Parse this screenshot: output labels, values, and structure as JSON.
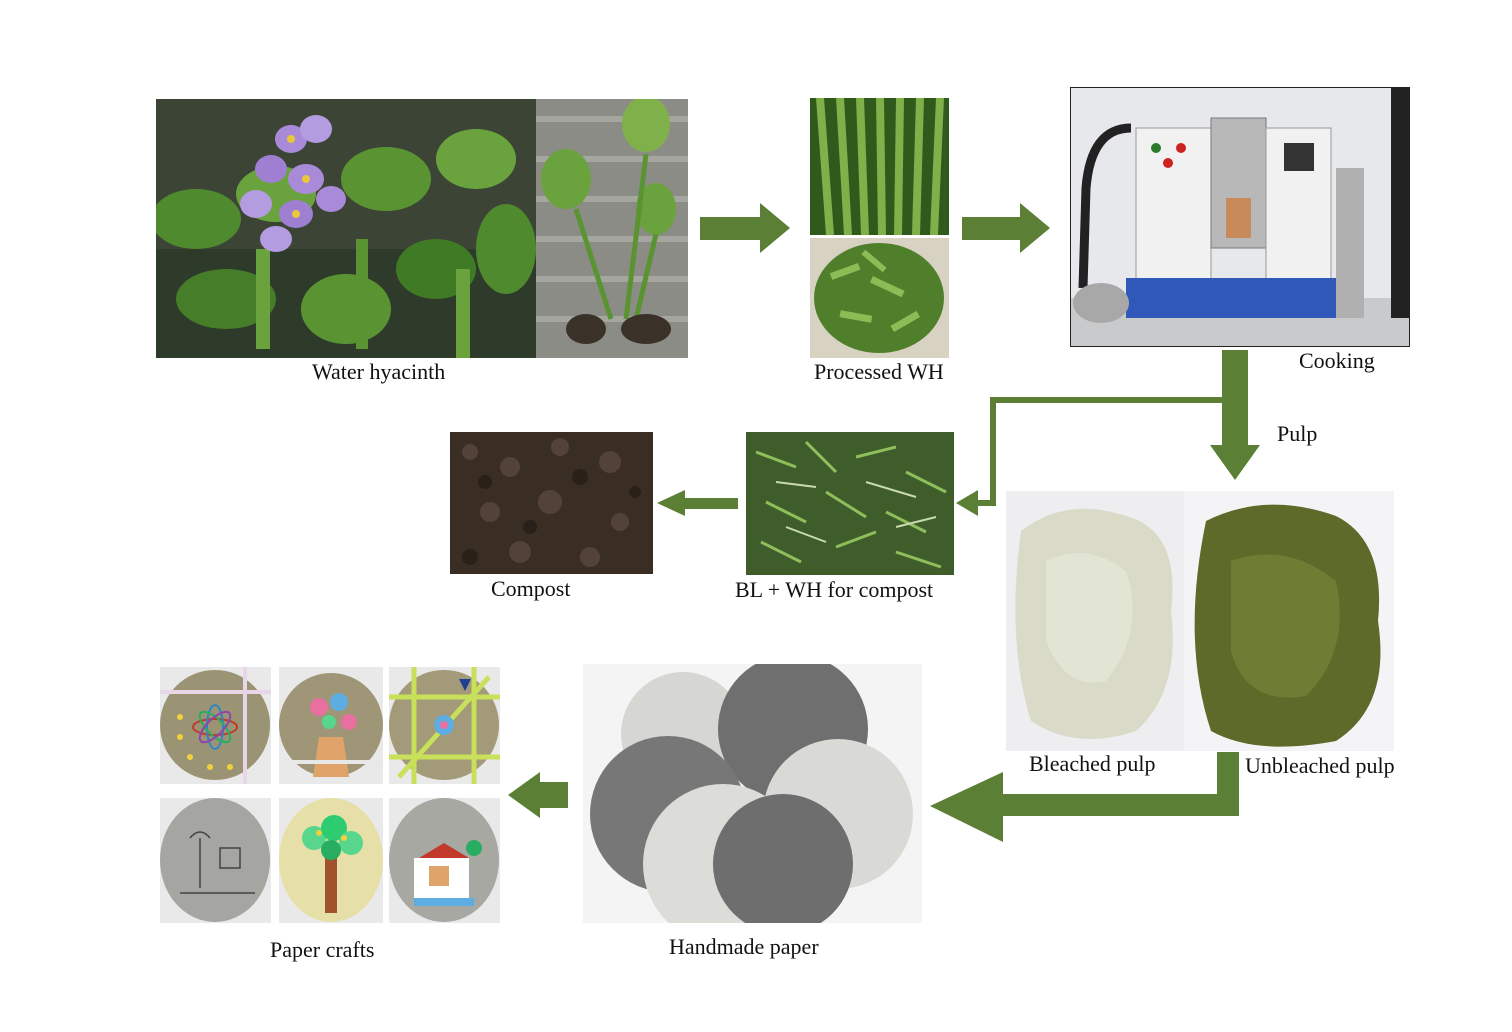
{
  "labels": {
    "water_hyacinth": "Water hyacinth",
    "processed_wh": "Processed WH",
    "cooking": "Cooking",
    "pulp": "Pulp",
    "bleached_pulp": "Bleached pulp",
    "unbleached_pulp": "Unbleached pulp",
    "bl_wh_compost": "BL + WH for compost",
    "compost": "Compost",
    "handmade_paper": "Handmade paper",
    "paper_crafts": "Paper crafts"
  },
  "colors": {
    "arrow": "#5b7f35",
    "leaf_dark": "#3d6b22",
    "leaf_light": "#7fb04a",
    "flower": "#a98ad8",
    "soil": "#3b2e25",
    "paper_grey": "#6f6f6f",
    "paper_light": "#d6d6d2",
    "bleached": "#d9dbc8",
    "unbleached": "#5d6a2a"
  }
}
